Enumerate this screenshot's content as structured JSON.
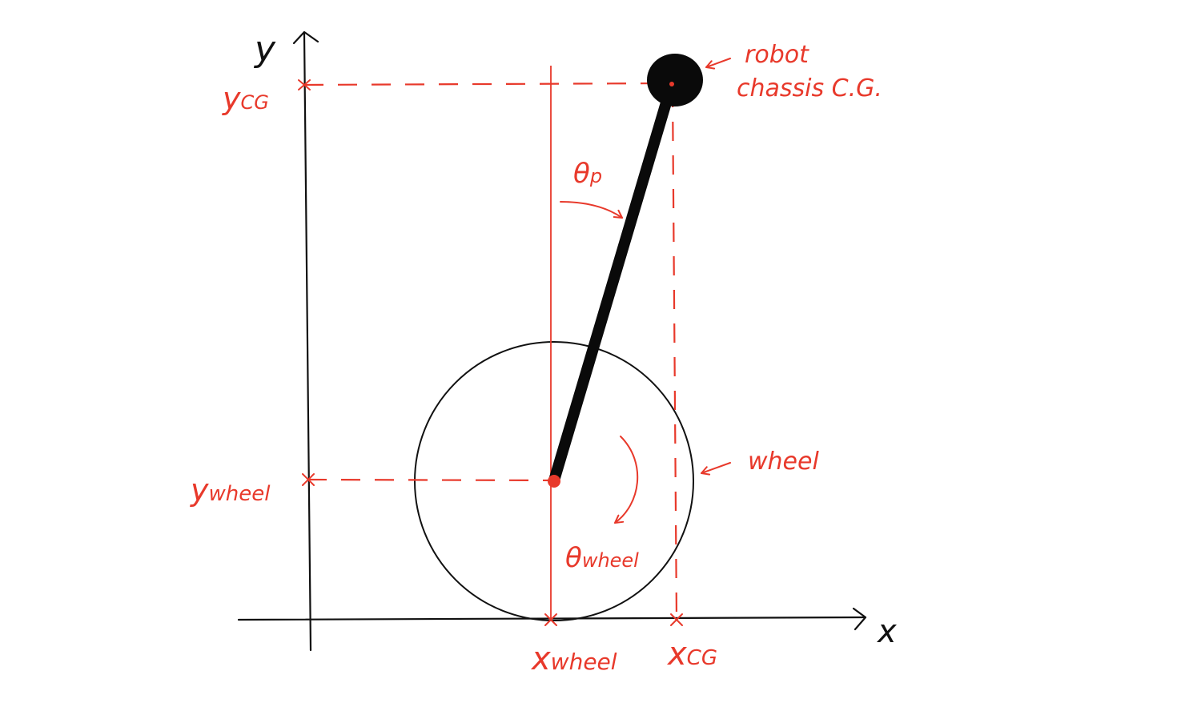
{
  "axes": {
    "x_label": "x",
    "y_label": "y"
  },
  "labels": {
    "y_cg": {
      "main": "y",
      "sub": "CG"
    },
    "y_wheel": {
      "main": "y",
      "sub": "wheel"
    },
    "x_wheel": {
      "main": "x",
      "sub": "wheel"
    },
    "x_cg": {
      "main": "x",
      "sub": "CG"
    },
    "theta_p": {
      "main": "θ",
      "sub": "p"
    },
    "theta_wheel": {
      "main": "θ",
      "sub": "wheel"
    },
    "robot_cg_line1": "robot",
    "robot_cg_line2": "chassis C.G.",
    "wheel": "wheel"
  },
  "colors": {
    "annotation": "#e8392b",
    "structure": "#111111",
    "background": "#ffffff"
  }
}
